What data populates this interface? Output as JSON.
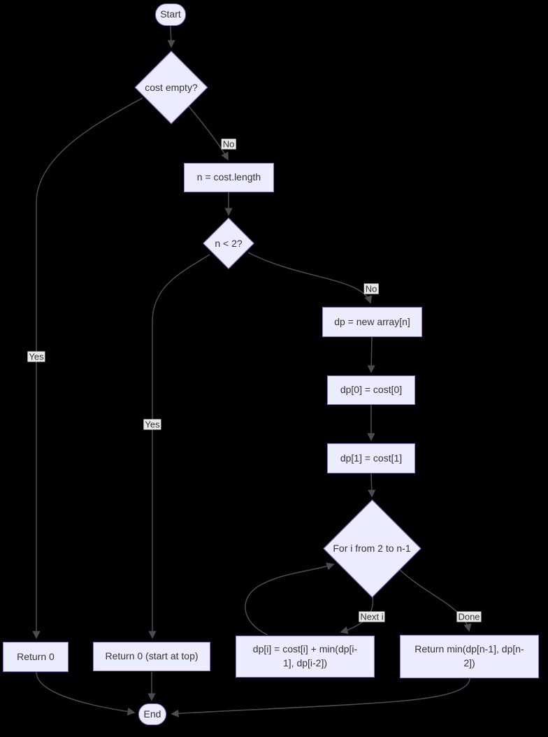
{
  "colors": {
    "background": "#000000",
    "node_fill": "#ECECFF",
    "node_border": "#9370DB",
    "edge_line": "#4c4c54",
    "edge_label_bg": "#e8e8e8",
    "text": "#333333"
  },
  "nodes": {
    "start": {
      "label": "Start",
      "shape": "stadium"
    },
    "cost_empty": {
      "label": "cost empty?",
      "shape": "diamond"
    },
    "n_length": {
      "label": "n = cost.length",
      "shape": "rect"
    },
    "n_lt_2": {
      "label": "n < 2?",
      "shape": "diamond"
    },
    "dp_new": {
      "label": "dp = new array[n]",
      "shape": "rect"
    },
    "dp0": {
      "label": "dp[0] = cost[0]",
      "shape": "rect"
    },
    "dp1": {
      "label": "dp[1] = cost[1]",
      "shape": "rect"
    },
    "for_loop": {
      "label": "For i from 2 to n-1",
      "shape": "diamond"
    },
    "return0": {
      "label": "Return 0",
      "shape": "rect"
    },
    "return0_top": {
      "label": "Return 0 (start at top)",
      "shape": "rect"
    },
    "dpi": {
      "lines": [
        "dp[i] = cost[i] + min(dp[i-",
        "1], dp[i-2])"
      ],
      "shape": "rect"
    },
    "return_min": {
      "lines": [
        "Return min(dp[n-1], dp[n-",
        "2])"
      ],
      "shape": "rect"
    },
    "end": {
      "label": "End",
      "shape": "stadium"
    }
  },
  "edge_labels": {
    "cost_empty_no": "No",
    "cost_empty_yes": "Yes",
    "n_lt_2_yes": "Yes",
    "n_lt_2_no": "No",
    "loop_next": "Next i",
    "loop_done": "Done"
  }
}
